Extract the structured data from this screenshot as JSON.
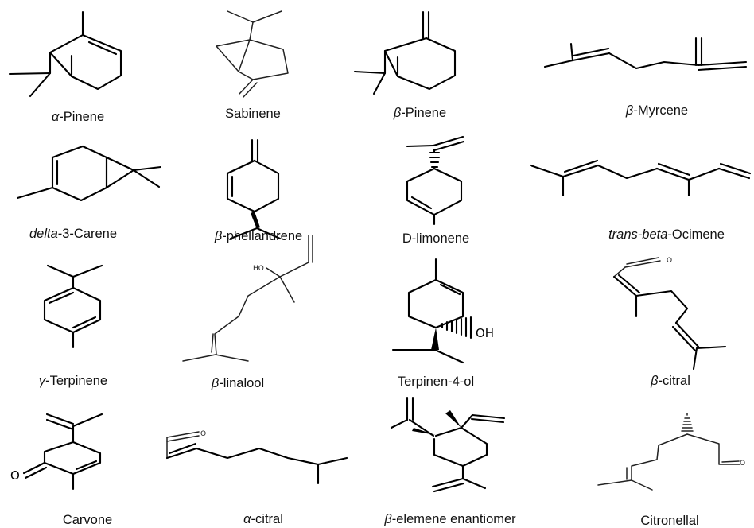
{
  "compounds": [
    {
      "pre": "α",
      "post": "-Pinene"
    },
    {
      "pre": "",
      "post": "Sabinene"
    },
    {
      "pre": "β",
      "post": "-Pinene"
    },
    {
      "pre": "β",
      "post": "-Myrcene"
    },
    {
      "pre": "delta",
      "post": "-3-Carene"
    },
    {
      "pre": "β",
      "post": "-phellandrene"
    },
    {
      "pre": "",
      "post": "D-limonene"
    },
    {
      "pre": "trans-beta",
      "post": "-Ocimene"
    },
    {
      "pre": "γ",
      "post": "-Terpinene"
    },
    {
      "pre": "β",
      "post": "-linalool"
    },
    {
      "pre": "",
      "post": "Terpinen-4-ol"
    },
    {
      "pre": "β",
      "post": "-citral"
    },
    {
      "pre": "",
      "post": "Carvone"
    },
    {
      "pre": "α",
      "post": "-citral"
    },
    {
      "pre": "β",
      "post": "-elemene enantiomer"
    },
    {
      "pre": "",
      "post": "Citronellal"
    }
  ],
  "atom_labels": {
    "oxygen": "O",
    "hydroxyl": "OH",
    "hydroxyl_small": "HO"
  }
}
